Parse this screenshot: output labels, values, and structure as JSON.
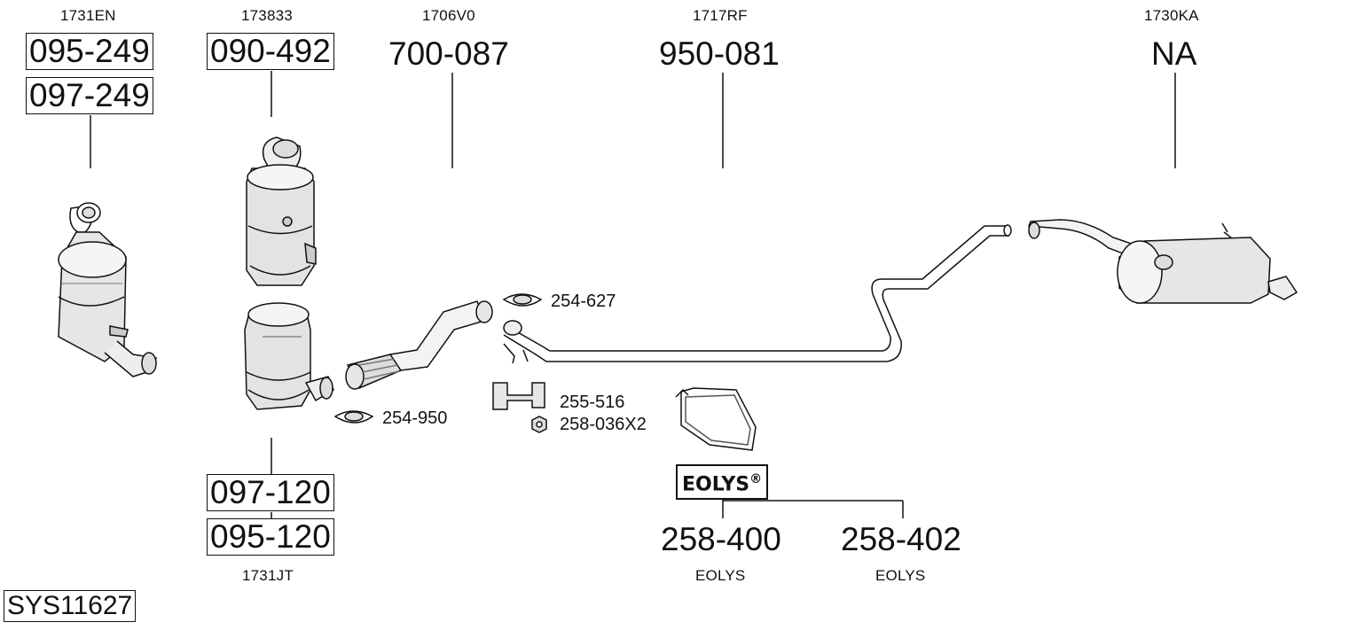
{
  "diagram": {
    "system_id": "SYS11627",
    "components": [
      {
        "ref": "1731EN",
        "codes": [
          "095-249",
          "097-249"
        ]
      },
      {
        "ref": "173833",
        "codes": [
          "090-492"
        ]
      },
      {
        "ref": "1706V0",
        "codes": [
          "700-087"
        ]
      },
      {
        "ref": "1717RF",
        "codes": [
          "950-081"
        ]
      },
      {
        "ref": "1730KA",
        "codes": [
          "NA"
        ]
      },
      {
        "ref": "1731JT",
        "codes": [
          "097-120",
          "095-120"
        ]
      }
    ],
    "fittings": [
      {
        "code": "254-627"
      },
      {
        "code": "254-950"
      },
      {
        "code": "255-516"
      },
      {
        "code": "258-036X2"
      }
    ],
    "eolys": {
      "logo": "EOLYS",
      "reg": "®",
      "items": [
        {
          "code": "258-400",
          "label": "EOLYS"
        },
        {
          "code": "258-402",
          "label": "EOLYS"
        }
      ]
    }
  }
}
